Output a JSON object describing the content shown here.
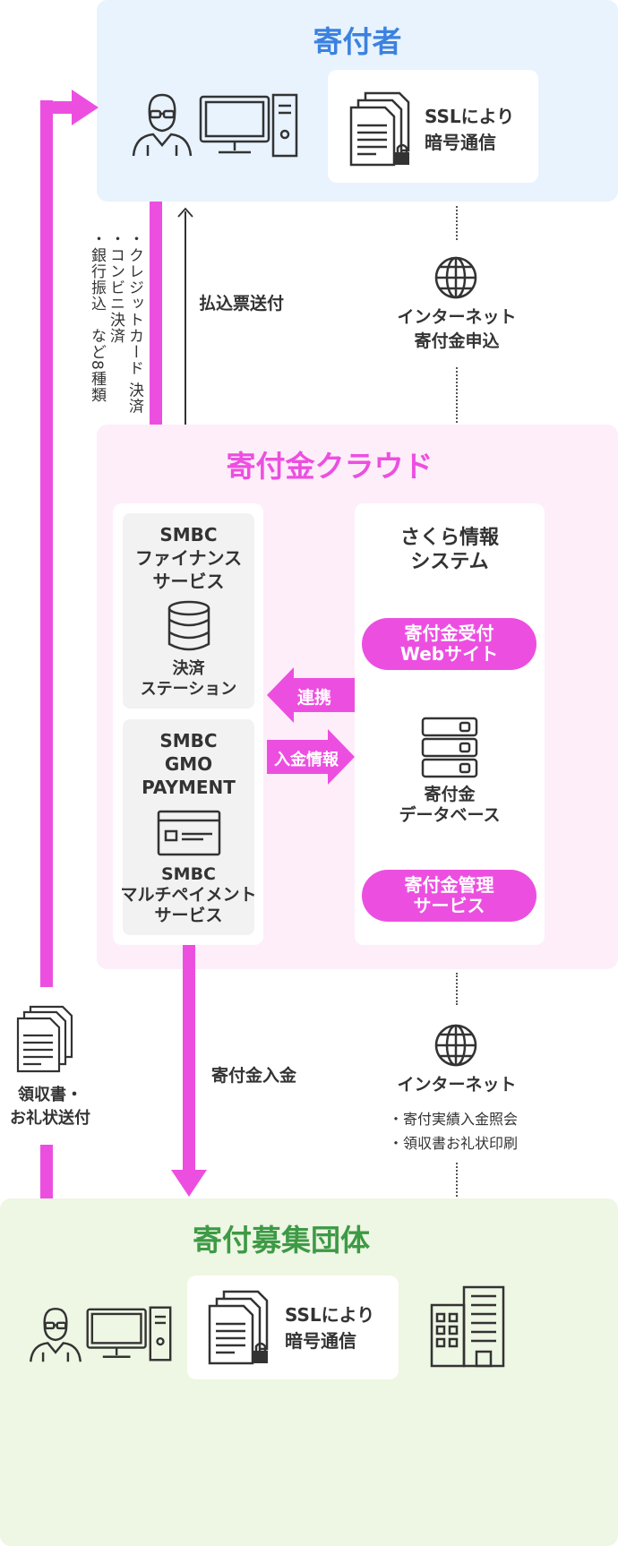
{
  "donor": {
    "title": "寄付者",
    "ssl_line1": "SSLにより",
    "ssl_line2": "暗号通信"
  },
  "left_flow": {
    "pay_methods": [
      "・クレジットカード 決済",
      "・コンビニ決済",
      "・銀行振込　など8種類"
    ],
    "slip_label": "払込票送付",
    "receipt_line1": "領収書・",
    "receipt_line2": "お礼状送付"
  },
  "internet_top": {
    "line1": "インターネット",
    "line2": "寄付金申込"
  },
  "cloud": {
    "title": "寄付金クラウド",
    "smbc_finance": [
      "SMBC",
      "ファイナンス",
      "サービス"
    ],
    "settlement": [
      "決済",
      "ステーション"
    ],
    "smbc_gmo": [
      "SMBC",
      "GMO",
      "PAYMENT"
    ],
    "multipay": [
      "SMBC",
      "マルチペイメント",
      "サービス"
    ],
    "sakura": [
      "さくら情報",
      "システム"
    ],
    "web_site_pill": [
      "寄付金受付",
      "Webサイト"
    ],
    "database": [
      "寄付金",
      "データベース"
    ],
    "manage_pill": [
      "寄付金管理",
      "サービス"
    ],
    "link_label": "連携",
    "deposit_info_label": "入金情報"
  },
  "deposit_label": "寄付金入金",
  "internet_bottom": {
    "title": "インターネット",
    "items": [
      "・寄付実績入金照会",
      "・領収書お礼状印刷"
    ]
  },
  "org": {
    "title": "寄付募集団体",
    "ssl_line1": "SSLにより",
    "ssl_line2": "暗号通信"
  },
  "colors": {
    "donor_bg": "#e8f3fd",
    "donor_title": "#3b82e0",
    "cloud_bg": "#fdeefa",
    "cloud_title": "#ec4fe0",
    "org_bg": "#eef6e4",
    "org_title": "#3d9a45",
    "pink": "#ec4fe0"
  }
}
